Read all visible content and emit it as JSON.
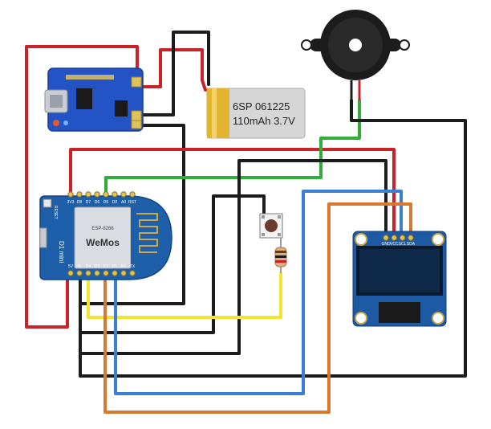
{
  "battery": {
    "label_line1": "6SP 061225",
    "label_line2": "110mAh 3.7V"
  },
  "wemos": {
    "brand": "WeMos",
    "model": "D1 mini",
    "chip": "ESP-8266",
    "pins_top": [
      "3V3",
      "D8",
      "D7",
      "D6",
      "D5",
      "D0",
      "A0",
      "RST"
    ],
    "pins_bottom": [
      "5V",
      "G",
      "D4",
      "D3",
      "D2",
      "D1",
      "RX",
      "TX"
    ],
    "reset_label": "RESET"
  },
  "oled": {
    "pins": [
      "GND",
      "VCC",
      "SCL",
      "SDA"
    ]
  },
  "colors": {
    "red": "#c8232b",
    "black": "#1c1c1c",
    "green": "#2fae3a",
    "yellow": "#f2e530",
    "blue": "#3b7fd1",
    "orange": "#d9782f",
    "pcb_blue": "#1d5fa8",
    "charger_blue": "#2353c5"
  },
  "icons": {
    "buzzer": "piezo-buzzer-icon",
    "button": "push-button-icon",
    "resistor": "resistor-icon"
  }
}
